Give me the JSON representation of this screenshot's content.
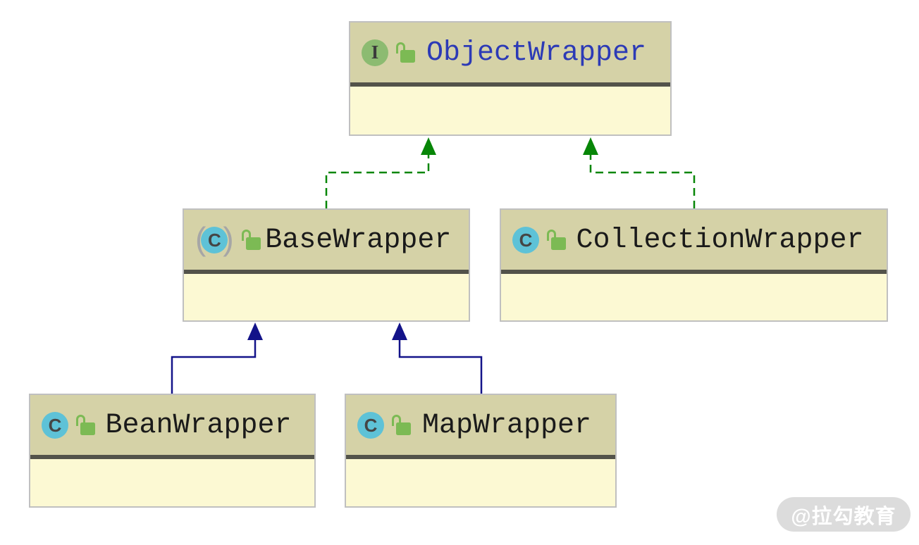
{
  "diagram": {
    "type": "uml-class-diagram",
    "nodes": [
      {
        "name": "ObjectWrapper",
        "badge": "I",
        "kind": "interface",
        "visibility": "public"
      },
      {
        "name": "BaseWrapper",
        "badge": "C",
        "kind": "abstract-class",
        "visibility": "public"
      },
      {
        "name": "CollectionWrapper",
        "badge": "C",
        "kind": "class",
        "visibility": "public"
      },
      {
        "name": "BeanWrapper",
        "badge": "C",
        "kind": "class",
        "visibility": "public"
      },
      {
        "name": "MapWrapper",
        "badge": "C",
        "kind": "class",
        "visibility": "public"
      }
    ],
    "edges": [
      {
        "from": "BaseWrapper",
        "to": "ObjectWrapper",
        "type": "realization"
      },
      {
        "from": "CollectionWrapper",
        "to": "ObjectWrapper",
        "type": "realization"
      },
      {
        "from": "BeanWrapper",
        "to": "BaseWrapper",
        "type": "generalization"
      },
      {
        "from": "MapWrapper",
        "to": "BaseWrapper",
        "type": "generalization"
      }
    ],
    "watermark": {
      "label": "@拉勾教育"
    },
    "colors": {
      "node_header_bg": "#d5d2a7",
      "node_body_bg": "#fcf9d3",
      "node_separator": "#53534a",
      "node_border": "#c0c0c0",
      "interface_name_text": "#2c3ab6",
      "class_name_text": "#1a1a1a",
      "interface_badge_bg": "#8cbb71",
      "class_badge_bg": "#5ec2d7",
      "lock_icon_green": "#7cba54",
      "realization_edge_green": "#078607",
      "generalization_edge_navy": "#131389",
      "abstract_paren_gray": "#a6a6a6",
      "watermark_bg": "#dcdcdc"
    }
  }
}
